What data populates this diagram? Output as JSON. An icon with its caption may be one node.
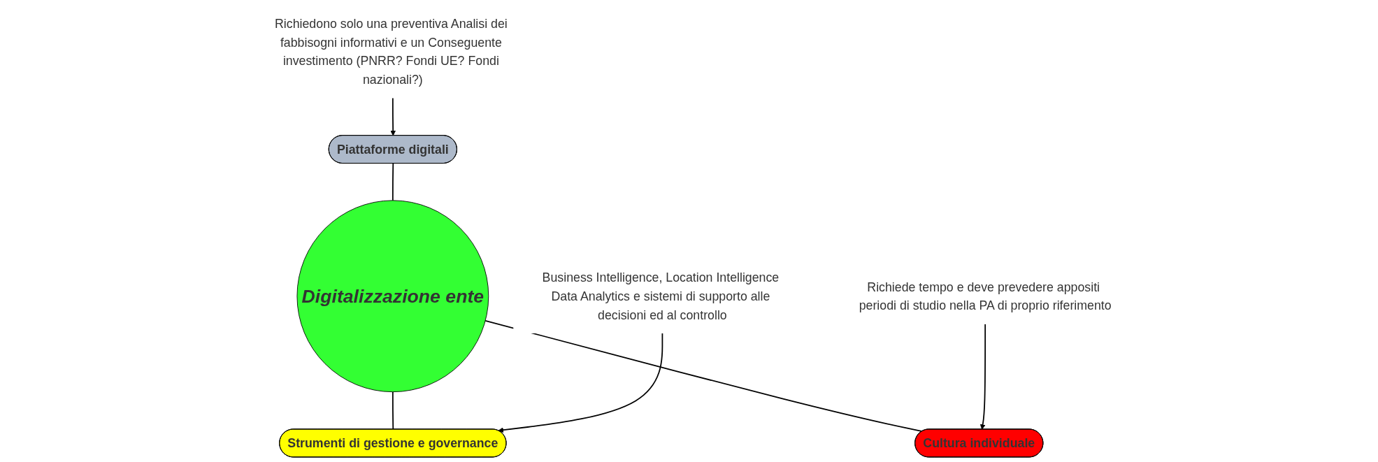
{
  "diagram": {
    "nodes": [
      {
        "text": [
          "Digitalizzazione ente"
        ]
      },
      {
        "text": [
          "Piattaforme digitali"
        ]
      },
      {
        "text": [
          "Strumenti di gestione e governance"
        ]
      },
      {
        "text": [
          "Cultura individuale"
        ]
      },
      {
        "text": [
          "Richiedono solo una preventiva Analisi dei fabbisogni informativi e un Conseguente investimento (PNRR? Fondi UE? Fondi nazionali?)"
        ]
      },
      {
        "text": [
          "Business Intelligence, Location Intelligence Data Analytics e sistemi di supporto alle decisioni ed al controllo"
        ]
      },
      {
        "text": [
          "Richiede tempo e deve prevedere appositi periodi di studio nella PA di proprio riferimento"
        ]
      }
    ],
    "edges": [
      {
        "from": 1,
        "to": 0,
        "arrow": "none"
      },
      {
        "from": 0,
        "to": 2,
        "arrow": "none"
      },
      {
        "from": 0,
        "to": 3,
        "arrow": "none"
      },
      {
        "from": 4,
        "to": 1,
        "arrow": "to"
      },
      {
        "from": 5,
        "to": 2,
        "arrow": "to"
      },
      {
        "from": 6,
        "to": 3,
        "arrow": "to"
      }
    ]
  }
}
